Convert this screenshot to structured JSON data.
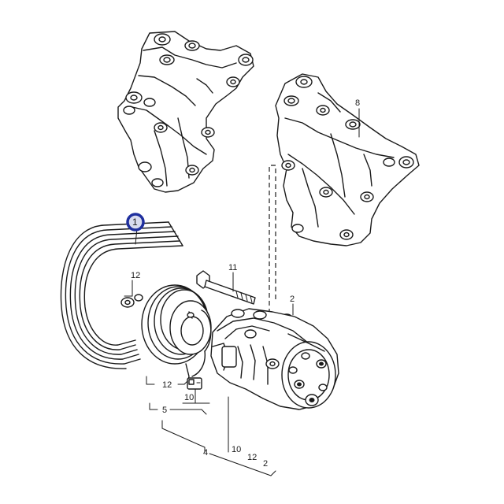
{
  "highlight": {
    "label": "1",
    "ring_color": "#1f2f9e",
    "fill_color": "#d9dcef"
  },
  "callouts": {
    "bracket_right": "8",
    "bolt": "11",
    "washer_left": "12",
    "pin": "2",
    "clutch_12": "12",
    "clutch_10": "10",
    "clutch_5": "5",
    "assembly_4": "4",
    "assembly_10": "10",
    "assembly_12": "12",
    "assembly_2": "2"
  },
  "colors": {
    "line": "#1a1a1a",
    "background": "#ffffff"
  }
}
